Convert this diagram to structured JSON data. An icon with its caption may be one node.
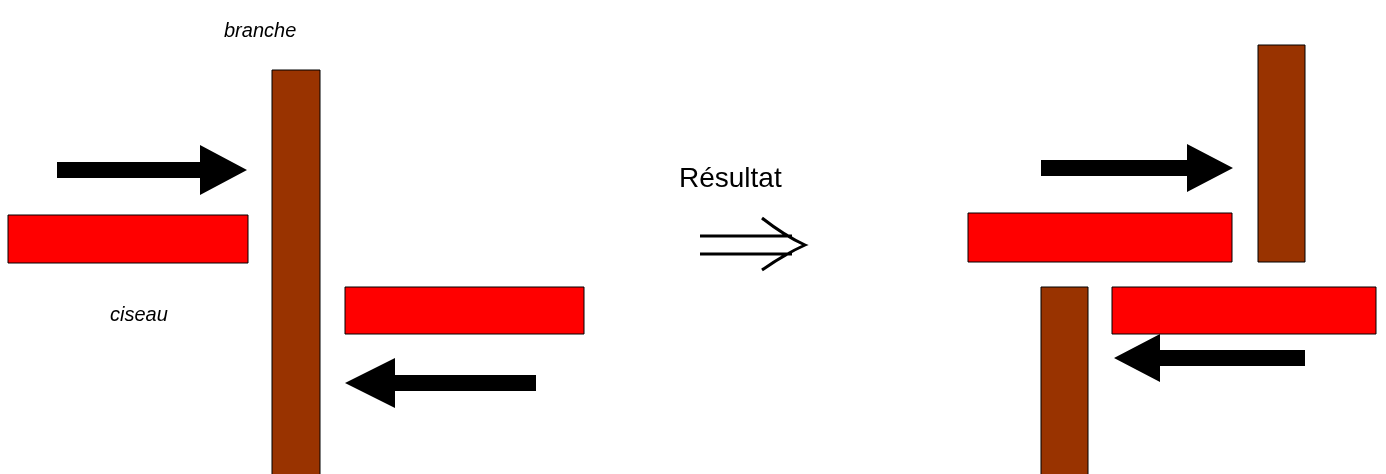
{
  "diagram": {
    "nodes": [
      {
        "text": [],
        "shape": "bar"
      },
      {
        "text": [],
        "shape": "bar"
      },
      {
        "text": [],
        "shape": "bar"
      },
      {
        "text": [],
        "shape": "bar"
      },
      {
        "text": [],
        "shape": "bar"
      },
      {
        "text": [],
        "shape": "bar"
      },
      {
        "text": [],
        "shape": "bar"
      }
    ],
    "labels": [
      "branche",
      "ciseau",
      "Résultat"
    ]
  }
}
